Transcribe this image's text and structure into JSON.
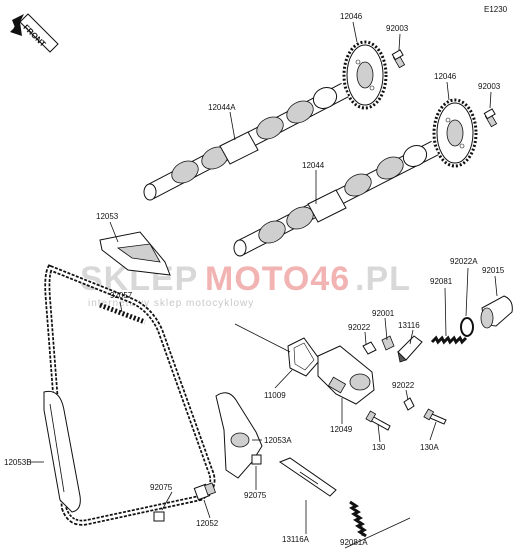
{
  "diagram_code": "E1230",
  "front_label": "FRONT",
  "watermark": {
    "brand_grey": "SKLEP",
    "brand_red": "MOTO46",
    "brand_suffix": ".PL",
    "tagline": "internetowy sklep motocyklowy"
  },
  "part_labels": {
    "sprocket_upper": "12046",
    "bolt_upper": "92003",
    "sprocket_lower": "12046",
    "bolt_lower": "92003",
    "camshaft_a": "12044A",
    "camshaft": "12044",
    "chain_guide_top": "12053",
    "chain": "92057",
    "tensioner_bracket": "92015",
    "washer_a": "92022A",
    "spring": "92081",
    "gasket_nut": "92001",
    "washer_small": "92022",
    "plunger": "13116",
    "washer_lower": "92022",
    "gasket": "11009",
    "tensioner_body": "12049",
    "bolt_130": "130",
    "bolt_130a": "130A",
    "guide_left": "12053B",
    "guide_right": "12053A",
    "collar_left": "92075",
    "collar_right": "92075",
    "stopper": "12052",
    "rod": "13116A",
    "spring_a": "92081A"
  },
  "colors": {
    "line": "#111111",
    "watermark_grey": "#d8d8d8",
    "watermark_red": "#f2b3b3"
  }
}
